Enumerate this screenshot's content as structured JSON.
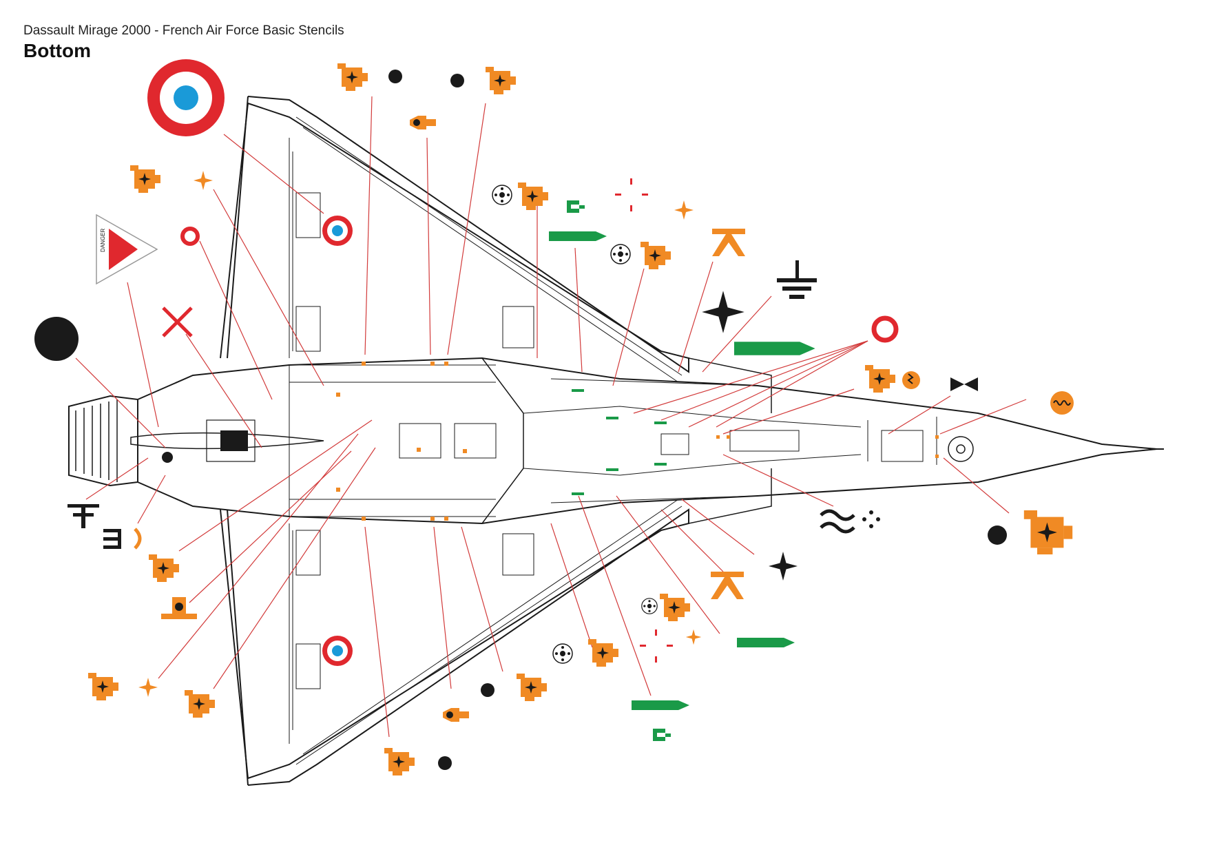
{
  "header": {
    "subtitle": "Dassault Mirage 2000 - French Air Force Basic Stencils",
    "title": "Bottom"
  },
  "danger_sign": {
    "word": "DANGER"
  },
  "colors": {
    "background": "#ffffff",
    "outline": "#1a1a1a",
    "leader_line": "#d23a3a",
    "orange": "#f08a24",
    "green": "#1a9a48",
    "red": "#e0282e",
    "blue": "#1a9ad8",
    "black": "#1a1a1a"
  },
  "icons": [
    "roundel-icon",
    "warning-triangle-icon",
    "fire-extinguisher-icon",
    "star-icon",
    "ground-symbol-icon",
    "antenna-icon",
    "bowtie-icon",
    "wave-circle-icon",
    "crosshair-icon",
    "arrow-stencil-icon",
    "bullet-icon",
    "dot-icon",
    "x-icon"
  ]
}
